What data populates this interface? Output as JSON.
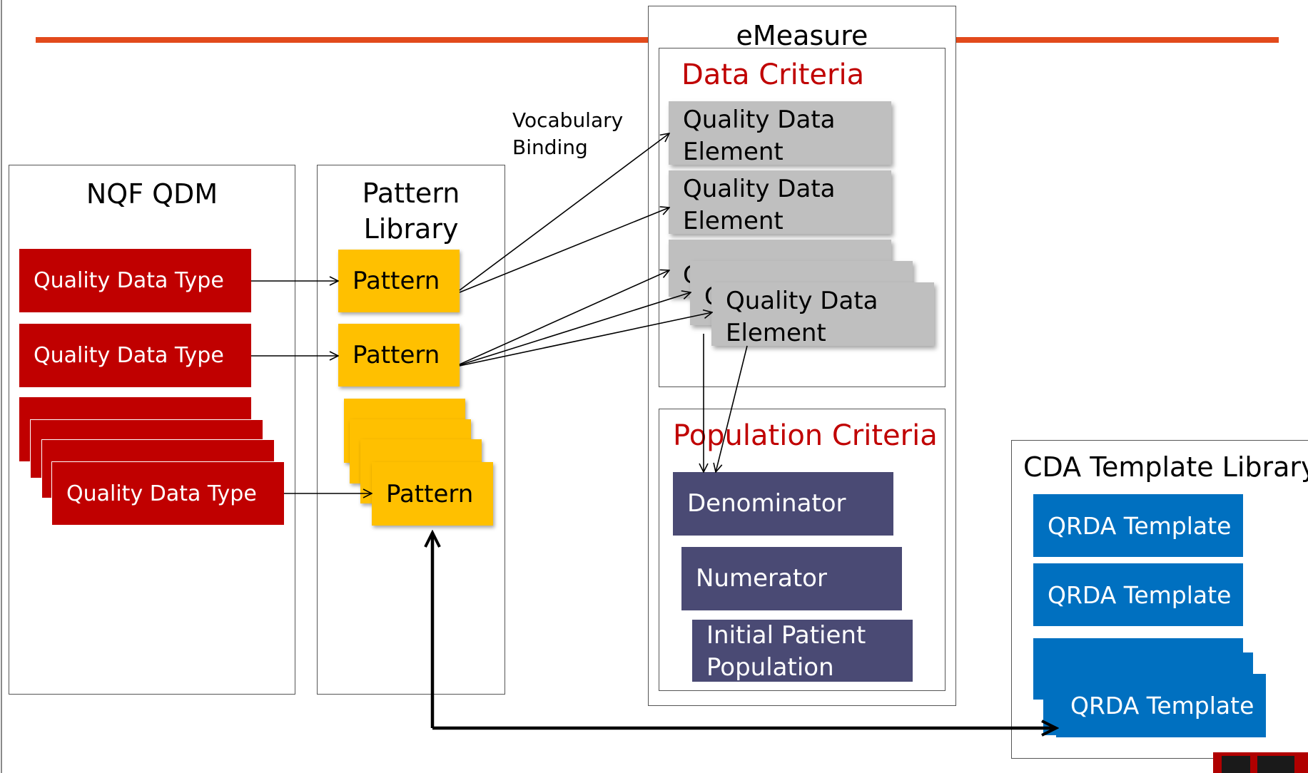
{
  "nqf": {
    "title": "NQF QDM",
    "items": [
      "Quality Data Type",
      "Quality Data Type",
      "Quality Data Type"
    ]
  },
  "pattern_library": {
    "title_line1": "Pattern",
    "title_line2": "Library",
    "items": [
      "Pattern",
      "Pattern",
      "Pattern"
    ]
  },
  "vocabulary_binding": {
    "line1": "Vocabulary",
    "line2": "Binding"
  },
  "emeasure": {
    "title": "eMeasure",
    "data_criteria": {
      "title": "Data Criteria",
      "items": [
        {
          "line1": "Quality Data",
          "line2": "Element"
        },
        {
          "line1": "Quality Data",
          "line2": "Element"
        },
        {
          "line1": "Quality Data",
          "line2": "Element"
        }
      ],
      "stack_hidden": [
        "Q",
        "Q"
      ]
    },
    "population_criteria": {
      "title": "Population Criteria",
      "items": [
        {
          "line1": "Denominator",
          "line2": ""
        },
        {
          "line1": "Numerator",
          "line2": ""
        },
        {
          "line1": "Initial Patient",
          "line2": "Population"
        }
      ]
    }
  },
  "cda": {
    "title": "CDA Template Library",
    "items": [
      "QRDA Template",
      "QRDA Template",
      "QRDA Template"
    ]
  },
  "colors": {
    "header_rule": "#e24a1c",
    "qdm_red": "#c00000",
    "pattern_gold": "#ffc000",
    "qde_gray": "#bfbfbf",
    "population_purple": "#4a4a74",
    "qrda_blue": "#0070c0"
  }
}
